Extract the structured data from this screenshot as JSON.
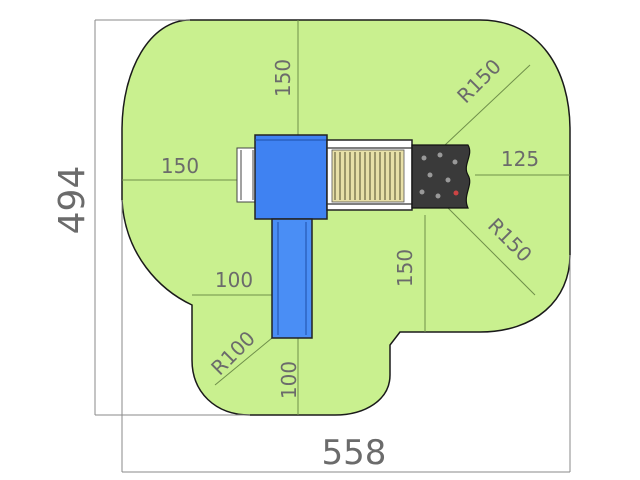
{
  "dimensions": {
    "overall_width": "558",
    "overall_height": "494"
  },
  "clearances": {
    "top": "150",
    "left": "150",
    "right": "125",
    "right_lower": "150",
    "slide_side": "100",
    "slide_bottom": "100"
  },
  "radii": {
    "top_right": "R150",
    "bottom_right": "R150",
    "bottom_left": "R100"
  },
  "colors": {
    "safety_zone": "#c9f08f",
    "zone_outline": "#1a1a1a",
    "tower": "#3f82f2",
    "slide": "#4a8ef5",
    "bridge": "#e8e0a8",
    "climbing_wall": "#3a3a3a"
  }
}
